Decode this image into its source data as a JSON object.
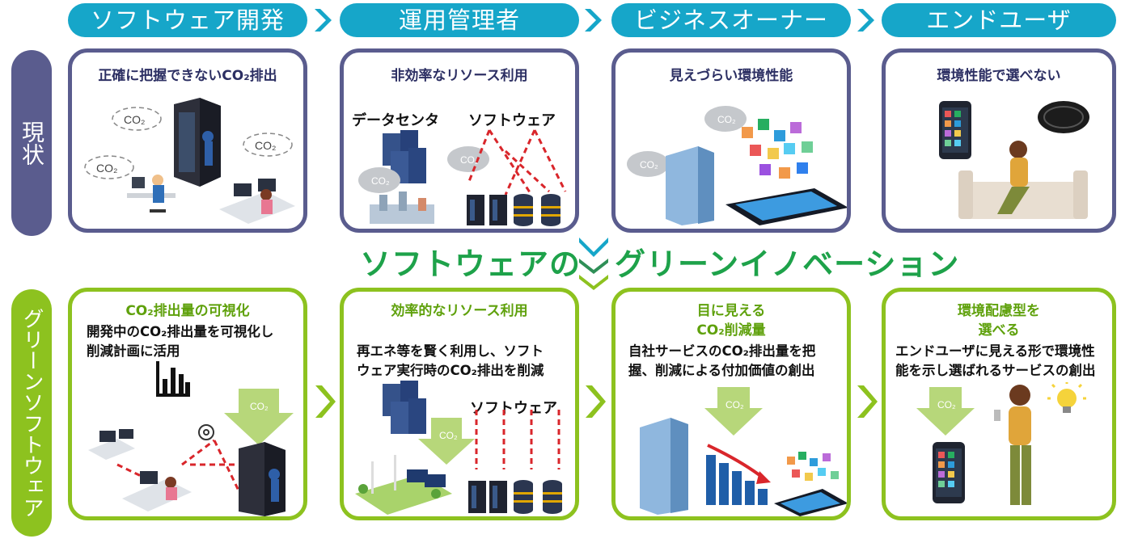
{
  "stakeholders": [
    {
      "label": "ソフトウェア開発"
    },
    {
      "label": "運用管理者"
    },
    {
      "label": "ビジネスオーナー"
    },
    {
      "label": "エンドユーザ"
    }
  ],
  "rows": {
    "current": "現状",
    "green": "グリーンソフトウェア"
  },
  "banner": {
    "left": "ソフトウェアの",
    "right": "グリーンイノベーション"
  },
  "current_cards": [
    {
      "title": "正確に把握できないCO₂排出"
    },
    {
      "title": "非効率なリソース利用",
      "sub_left": "データセンタ",
      "sub_right": "ソフトウェア"
    },
    {
      "title": "見えづらい環境性能"
    },
    {
      "title": "環境性能で選べない"
    }
  ],
  "green_cards": [
    {
      "title": "CO₂排出量の可視化",
      "desc_line1": "開発中のCO₂排出量を可視化し",
      "desc_line2": "削減計画に活用"
    },
    {
      "title": "効率的なリソース利用",
      "desc_line1": "再エネ等を賢く利用し、ソフト",
      "desc_line2": "ウェア実行時のCO₂排出を削減",
      "sub_label": "ソフトウェア"
    },
    {
      "title_line1": "目に見える",
      "title_line2": "CO₂削減量",
      "desc_line1": "自社サービスのCO₂排出量を把",
      "desc_line2": "握、削減による付加価値の創出"
    },
    {
      "title_line1": "環境配慮型を",
      "title_line2": "選べる",
      "desc_line1": "エンドユーザに見える形で環境性",
      "desc_line2": "能を示し選ばれるサービスの創出"
    }
  ],
  "co2_text": "CO₂",
  "colors": {
    "header_blue": "#16a6c9",
    "current_purple": "#5a5c8e",
    "green_border": "#8dc21f",
    "banner_green": "#1ea24a",
    "dashed_red": "#d9262b"
  },
  "icons": [
    "chevron-right-icon",
    "chevron-down-icon",
    "cloud-icon",
    "server-rack-icon",
    "bar-chart-icon",
    "gear-icon",
    "smartphone-icon",
    "lightbulb-icon",
    "tablet-icon",
    "building-icon",
    "database-icon",
    "down-arrow-icon"
  ]
}
